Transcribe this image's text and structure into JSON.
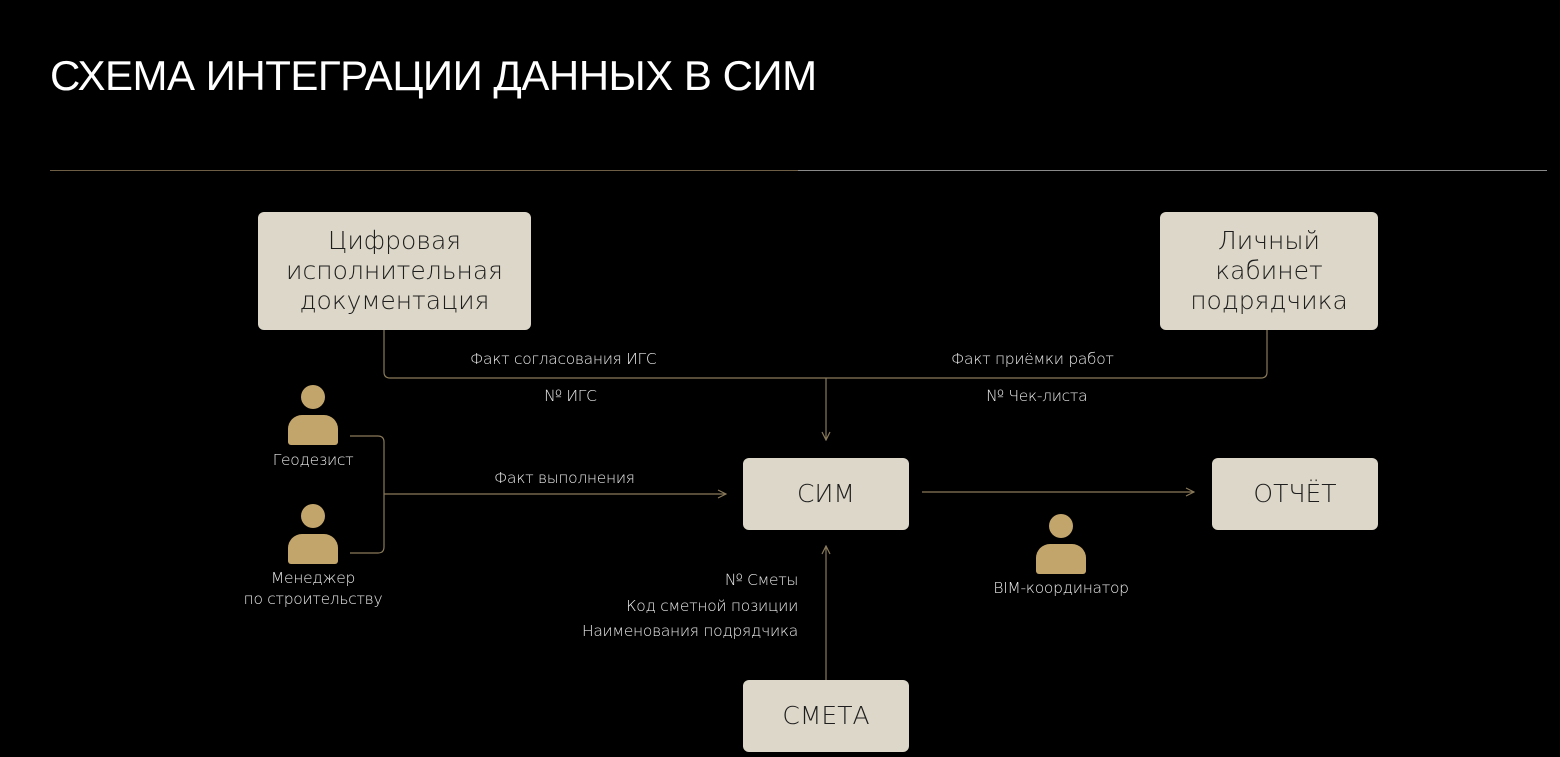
{
  "title": "СХЕМА ИНТЕГРАЦИИ ДАННЫХ В СИМ",
  "nodes": {
    "cid": "Цифровая\nисполнительная\nдокументация",
    "lk": "Личный\nкабинет\nподрядчика",
    "sim": "СИМ",
    "report": "ОТЧЁТ",
    "smeta": "СМЕТА"
  },
  "labels": {
    "fact_igs": "Факт согласования ИГС",
    "num_igs": "№ ИГС",
    "fact_acceptance": "Факт приёмки работ",
    "num_checklist": "№ Чек-листа",
    "fact_execution": "Факт выполнения",
    "num_smeta": "№ Сметы",
    "code_position": "Код сметной позиции",
    "contractor_names": "Наименования подрядчика"
  },
  "roles": {
    "geodesist": "Геодезист",
    "manager": "Менеджер\nпо строительству",
    "bim": "BIM-координатор"
  },
  "colors": {
    "background": "#000000",
    "box": "#dcd7c8",
    "accent": "#c2a56b",
    "line": "#8a7a5a"
  }
}
